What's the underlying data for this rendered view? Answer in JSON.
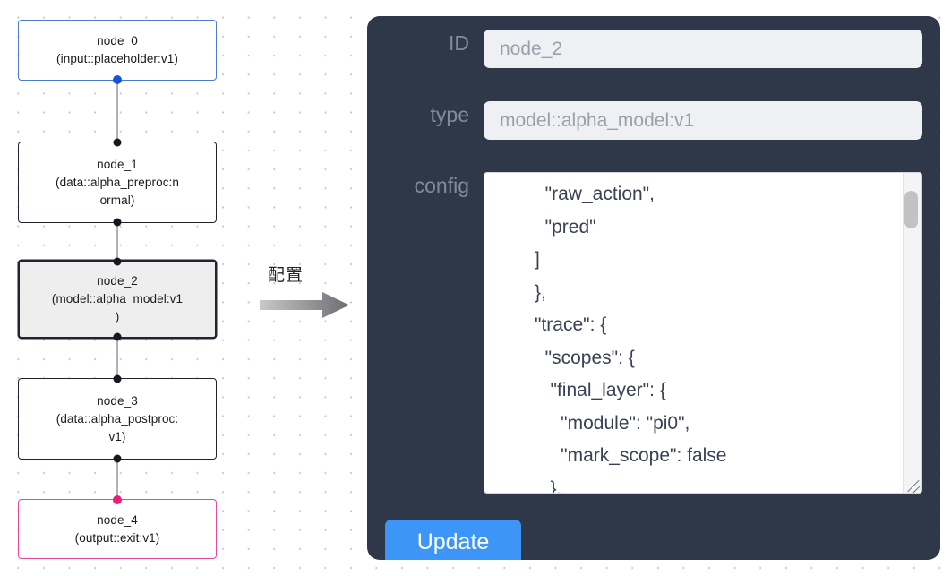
{
  "graph": {
    "nodes": [
      {
        "id": "node_0",
        "label": "node_0\n(input::placeholder:v1)",
        "kind": "input",
        "selected": false
      },
      {
        "id": "node_1",
        "label": "node_1\n(data::alpha_preproc:n\normal)",
        "kind": "default",
        "selected": false
      },
      {
        "id": "node_2",
        "label": "node_2\n(model::alpha_model:v1\n)",
        "kind": "default",
        "selected": true
      },
      {
        "id": "node_3",
        "label": "node_3\n(data::alpha_postproc:\nv1)",
        "kind": "default",
        "selected": false
      },
      {
        "id": "node_4",
        "label": "node_4\n(output::exit:v1)",
        "kind": "output",
        "selected": false
      }
    ],
    "edges": [
      {
        "from": "node_0",
        "to": "node_1"
      },
      {
        "from": "node_1",
        "to": "node_2"
      },
      {
        "from": "node_2",
        "to": "node_3"
      },
      {
        "from": "node_3",
        "to": "node_4"
      }
    ],
    "colors": {
      "input_border": "#4a7bd0",
      "output_border": "#e24a9a",
      "default_border": "#1f2430",
      "selected_fill": "#eeeeee",
      "edge": "#b1b1b7",
      "handle": "#14181f",
      "handle_input": "#1556d6",
      "handle_output": "#ed1e79",
      "grid_dot": "#c9c6d6"
    }
  },
  "annotation": {
    "arrow_label": "配置"
  },
  "panel": {
    "background_color": "#2e3849",
    "fields": [
      {
        "name": "id",
        "label": "ID",
        "value": "node_2"
      },
      {
        "name": "type",
        "label": "type",
        "value": "model::alpha_model:v1"
      },
      {
        "name": "config",
        "label": "config",
        "value": "  \"raw_action\",\n  \"pred\"\n]\n},\n\"trace\": {\n  \"scopes\": {\n   \"final_layer\": {\n     \"module\": \"pi0\",\n     \"mark_scope\": false\n   },\n   \"action_model\": {"
      }
    ],
    "update_label": "Update",
    "update_color": "#3d96f7",
    "label_color": "#828b9c",
    "input_text_color": "#9aa1ad",
    "input_bg_color": "#eef0f4"
  }
}
